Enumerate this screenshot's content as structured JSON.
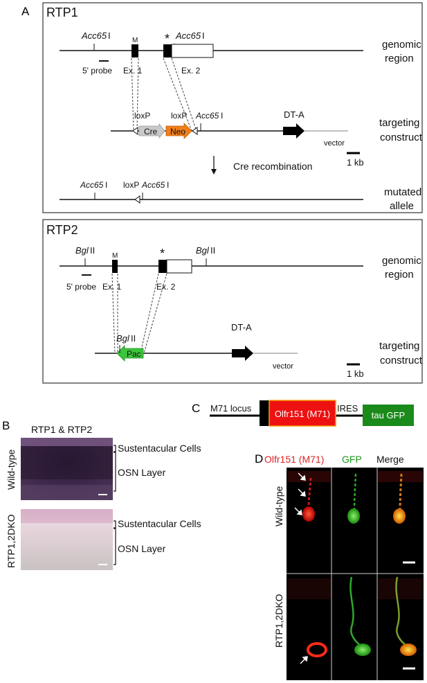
{
  "panels": {
    "a": "A",
    "b": "B",
    "c": "C",
    "d": "D"
  },
  "rtp1": {
    "title": "RTP1",
    "acc65": "Acc65",
    "roman": "I",
    "m": "M",
    "star": "*",
    "probe": "5' probe",
    "ex1": "Ex. 1",
    "ex2": "Ex. 2",
    "loxp": "loxP",
    "cre": "Cre",
    "neo": "Neo",
    "dta": "DT-A",
    "vector": "vector",
    "scale": "1 kb",
    "recomb": "Cre recombination",
    "row_genomic_1": "genomic",
    "row_genomic_2": "region",
    "row_target_1": "targeting",
    "row_target_2": "construct",
    "row_mut_1": "mutated",
    "row_mut_2": "allele"
  },
  "rtp2": {
    "title": "RTP2",
    "bgl": "Bgl",
    "roman": "II",
    "m": "M",
    "star": "*",
    "probe": "5' probe",
    "ex1": "Ex. 1",
    "ex2": "Ex. 2",
    "pac": "Pac",
    "dta": "DT-A",
    "vector": "vector",
    "scale": "1 kb",
    "row_genomic_1": "genomic",
    "row_genomic_2": "region",
    "row_target_1": "targeting",
    "row_target_2": "construct"
  },
  "panel_b": {
    "title": "RTP1 & RTP2",
    "wt": "Wild-type",
    "dko": "RTP1,2DKO",
    "sust": "Sustentacular Cells",
    "osn": "OSN Layer"
  },
  "panel_c": {
    "locus": "M71 locus",
    "olfr": "Olfr151 (M71)",
    "ires": "IRES",
    "gfp": "tau GFP"
  },
  "panel_d": {
    "col1": "Olfr151 (M71)",
    "col2": "GFP",
    "col3": "Merge",
    "wt": "Wild-type",
    "dko": "RTP1,2DKO"
  },
  "colors": {
    "neo": "#f07f1a",
    "cre": "#c9c9c9",
    "pac": "#3cc43c",
    "olfr_box": "#ee1111",
    "gfp_box": "#1a8a1a",
    "red_label": "#dd2222",
    "green_label": "#1a9a1a"
  }
}
